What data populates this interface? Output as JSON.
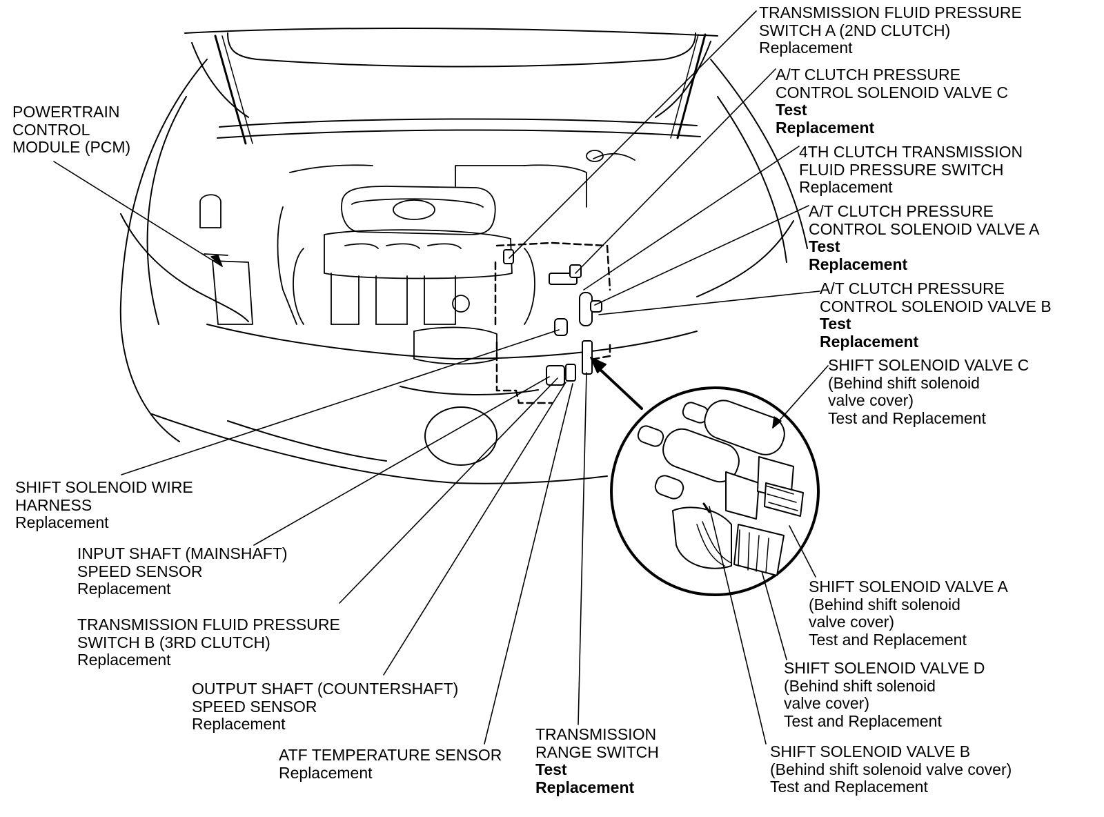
{
  "callouts": [
    {
      "id": "pcm",
      "lines": [
        {
          "t": "POWERTRAIN"
        },
        {
          "t": "CONTROL"
        },
        {
          "t": "MODULE (PCM)"
        }
      ]
    },
    {
      "id": "tfp-switch-a",
      "lines": [
        {
          "t": "TRANSMISSION FLUID PRESSURE"
        },
        {
          "t": "SWITCH A (2ND CLUTCH)"
        },
        {
          "t": "Replacement"
        }
      ]
    },
    {
      "id": "clutch-solenoid-c",
      "lines": [
        {
          "t": "A/T CLUTCH PRESSURE"
        },
        {
          "t": "CONTROL SOLENOID VALVE C"
        },
        {
          "t": "Test",
          "b": true
        },
        {
          "t": "Replacement",
          "b": true
        }
      ]
    },
    {
      "id": "4th-clutch-switch",
      "lines": [
        {
          "t": "4TH CLUTCH TRANSMISSION"
        },
        {
          "t": "FLUID PRESSURE SWITCH"
        },
        {
          "t": "Replacement"
        }
      ]
    },
    {
      "id": "clutch-solenoid-a",
      "lines": [
        {
          "t": "A/T CLUTCH PRESSURE"
        },
        {
          "t": "CONTROL SOLENOID VALVE A"
        },
        {
          "t": "Test",
          "b": true
        },
        {
          "t": "Replacement",
          "b": true
        }
      ]
    },
    {
      "id": "clutch-solenoid-b",
      "lines": [
        {
          "t": "A/T CLUTCH PRESSURE"
        },
        {
          "t": "CONTROL SOLENOID VALVE B"
        },
        {
          "t": "Test",
          "b": true
        },
        {
          "t": "Replacement",
          "b": true
        }
      ]
    },
    {
      "id": "shift-solenoid-c",
      "lines": [
        {
          "t": "SHIFT SOLENOID VALVE C"
        },
        {
          "t": "(Behind shift solenoid"
        },
        {
          "t": " valve cover)"
        },
        {
          "t": "Test and Replacement"
        }
      ]
    },
    {
      "id": "shift-solenoid-harness",
      "lines": [
        {
          "t": "SHIFT SOLENOID WIRE"
        },
        {
          "t": "HARNESS"
        },
        {
          "t": "Replacement"
        }
      ]
    },
    {
      "id": "input-shaft-sensor",
      "lines": [
        {
          "t": "INPUT SHAFT (MAINSHAFT)"
        },
        {
          "t": "SPEED SENSOR"
        },
        {
          "t": "Replacement"
        }
      ]
    },
    {
      "id": "tfp-switch-b",
      "lines": [
        {
          "t": "TRANSMISSION FLUID PRESSURE"
        },
        {
          "t": "SWITCH B (3RD CLUTCH)"
        },
        {
          "t": "Replacement"
        }
      ]
    },
    {
      "id": "output-shaft-sensor",
      "lines": [
        {
          "t": "OUTPUT SHAFT (COUNTERSHAFT)"
        },
        {
          "t": "SPEED SENSOR"
        },
        {
          "t": "Replacement"
        }
      ]
    },
    {
      "id": "atf-temp-sensor",
      "lines": [
        {
          "t": "ATF TEMPERATURE SENSOR"
        },
        {
          "t": "Replacement"
        }
      ]
    },
    {
      "id": "range-switch",
      "lines": [
        {
          "t": "TRANSMISSION"
        },
        {
          "t": "RANGE SWITCH"
        },
        {
          "t": "Test",
          "b": true
        },
        {
          "t": "Replacement",
          "b": true
        }
      ]
    },
    {
      "id": "shift-solenoid-a",
      "lines": [
        {
          "t": "SHIFT SOLENOID VALVE A"
        },
        {
          "t": "(Behind shift solenoid"
        },
        {
          "t": " valve cover)"
        },
        {
          "t": "Test and Replacement"
        }
      ]
    },
    {
      "id": "shift-solenoid-d",
      "lines": [
        {
          "t": "SHIFT SOLENOID VALVE D"
        },
        {
          "t": "(Behind shift solenoid"
        },
        {
          "t": " valve cover)"
        },
        {
          "t": "Test and Replacement"
        }
      ]
    },
    {
      "id": "shift-solenoid-b",
      "lines": [
        {
          "t": "SHIFT SOLENOID VALVE B"
        },
        {
          "t": "(Behind shift solenoid valve cover)"
        },
        {
          "t": "Test and Replacement"
        }
      ]
    }
  ]
}
